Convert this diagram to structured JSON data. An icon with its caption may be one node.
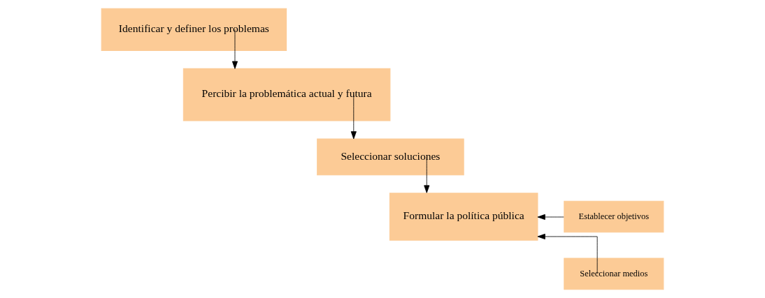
{
  "diagram": {
    "nodes": [
      {
        "text": [
          "Identificar y definer los problemas"
        ]
      },
      {
        "text": [
          "Percibir la problemática actual y futura"
        ]
      },
      {
        "text": [
          "Seleccionar soluciones"
        ]
      },
      {
        "text": [
          "Formular la política pública"
        ]
      },
      {
        "text": [
          "Establecer objetivos"
        ]
      },
      {
        "text": [
          "Seleccionar medios"
        ]
      }
    ],
    "edges": [
      {
        "from": 0,
        "to": 1,
        "arrow": "to"
      },
      {
        "from": 1,
        "to": 2,
        "arrow": "to"
      },
      {
        "from": 2,
        "to": 3,
        "arrow": "to"
      },
      {
        "from": 4,
        "to": 3,
        "arrow": "to"
      },
      {
        "from": 5,
        "to": 3,
        "arrow": "to"
      }
    ]
  }
}
